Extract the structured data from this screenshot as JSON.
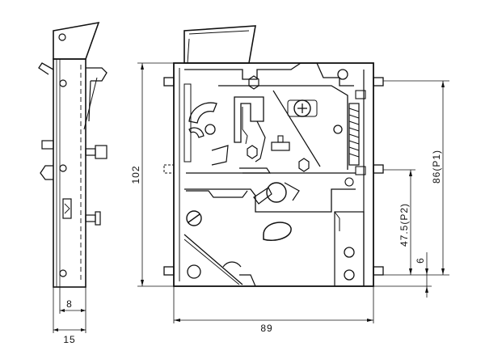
{
  "drawing": {
    "dimensions": {
      "side_thickness": "15",
      "side_offset": "8",
      "width": "89",
      "height": "102",
      "p1": "86(P1)",
      "p2": "47.5(P2)",
      "bottom_offset": "6"
    }
  }
}
